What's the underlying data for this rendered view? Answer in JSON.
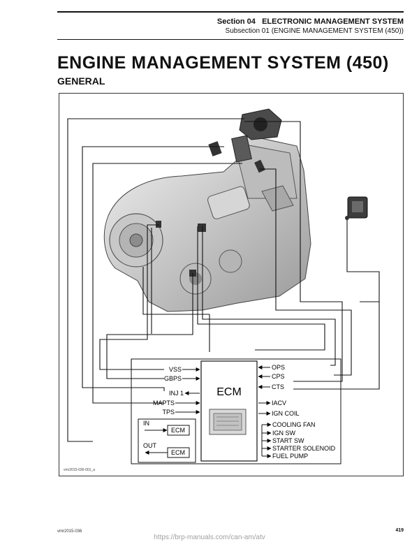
{
  "header": {
    "section_number": "Section 04",
    "section_title": "ELECTRONIC MANAGEMENT SYSTEM",
    "subsection": "Subsection 01   (ENGINE MANAGEMENT SYSTEM (450))"
  },
  "title": "ENGINE MANAGEMENT SYSTEM (450)",
  "heading": "GENERAL",
  "diagram": {
    "ecm_label": "ECM",
    "left_signals": [
      "VSS",
      "GBPS",
      "INJ 1",
      "MAPTS",
      "TPS"
    ],
    "right_signals": [
      "OPS",
      "CPS",
      "CTS",
      "IACV",
      "IGN COIL",
      "COOLING FAN",
      "IGN SW",
      "START SW",
      "STARTER SOLENOID",
      "FUEL PUMP"
    ],
    "legend": {
      "in_label": "IN",
      "in_box": "ECM",
      "out_label": "OUT",
      "out_box": "ECM"
    },
    "figure_id": "vmr2015-036-001_a"
  },
  "footer": {
    "code": "vmr2015-036",
    "page_number": "419",
    "watermark": "https://brp-manuals.com/can-am/atv"
  }
}
